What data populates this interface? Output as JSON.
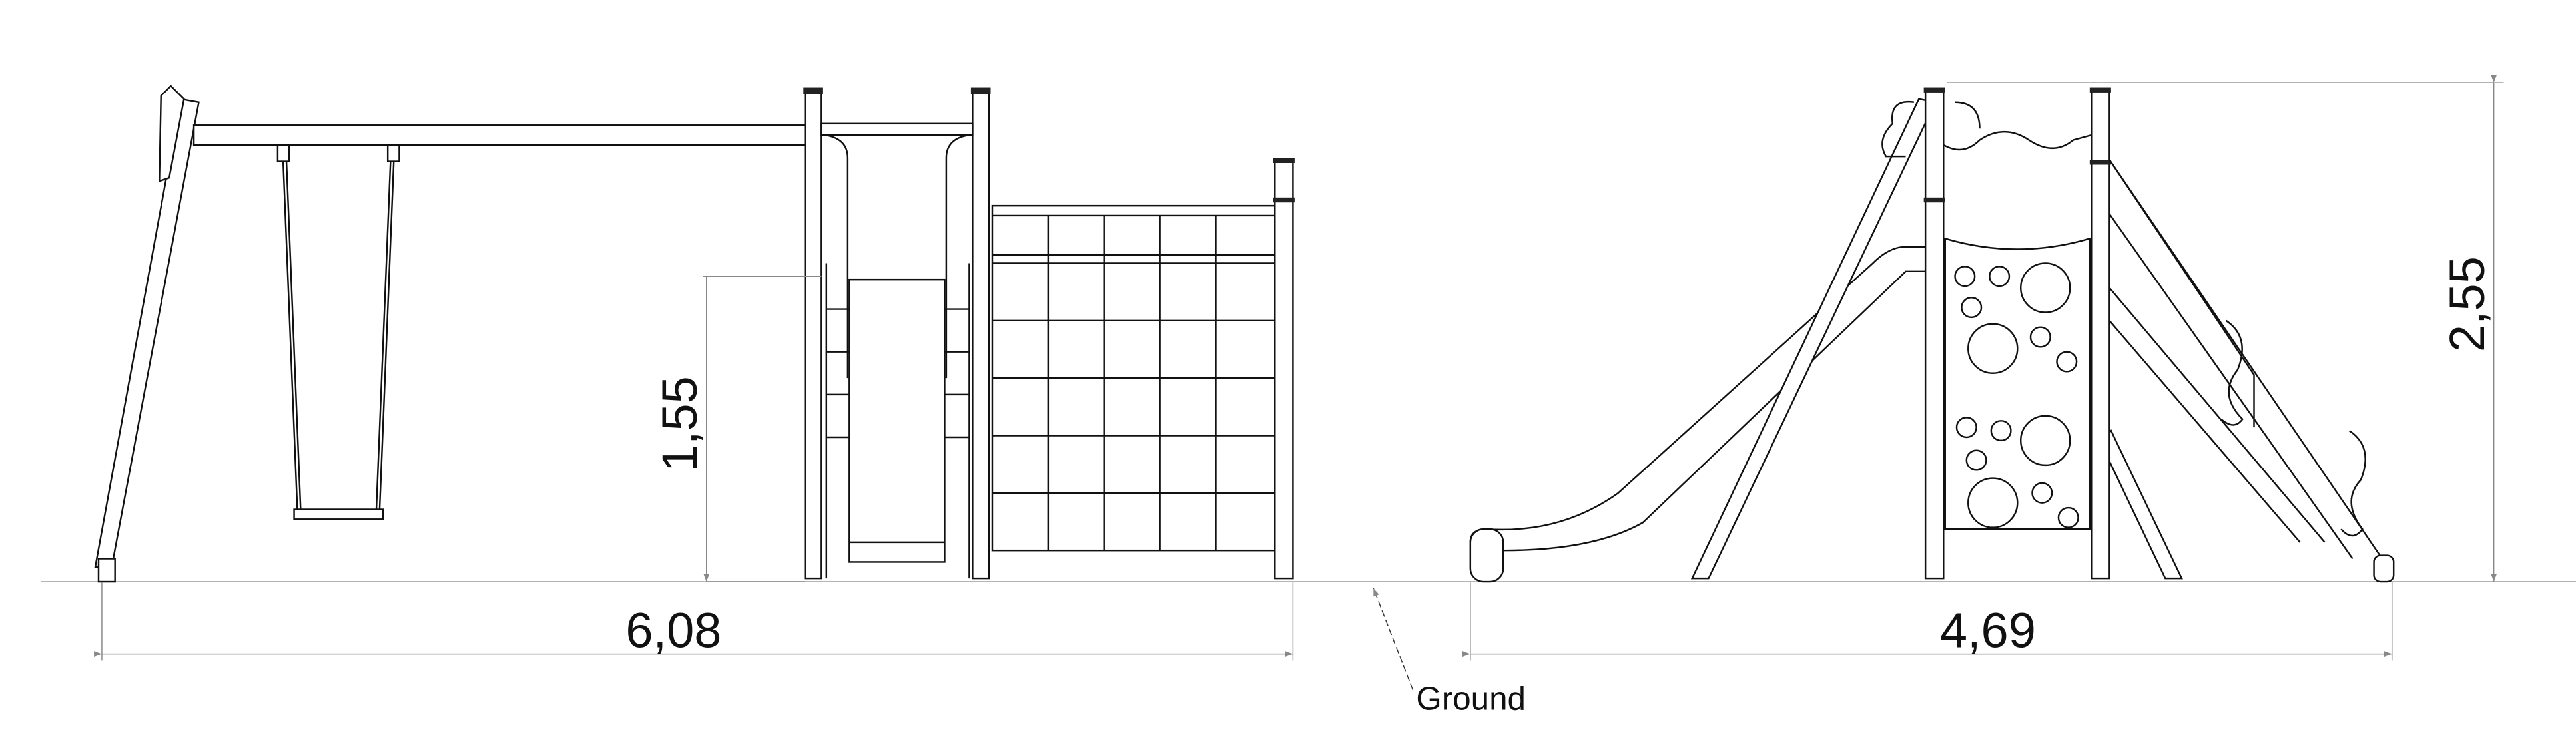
{
  "dimensions": {
    "left_width": "6,08",
    "platform_height": "1,55",
    "right_width": "4,69",
    "total_height": "2,55"
  },
  "annotations": {
    "ground_label": "Ground"
  },
  "colors": {
    "line": "#111111",
    "dimension_line": "#888888",
    "background": "#ffffff"
  }
}
